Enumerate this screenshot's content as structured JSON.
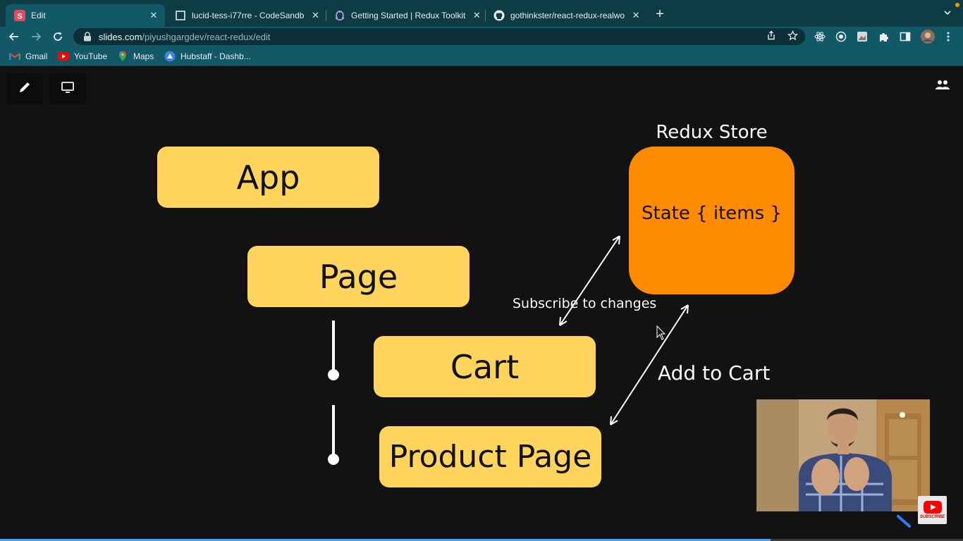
{
  "browser": {
    "tabs": [
      {
        "title": "Edit",
        "favicon": "slides-s-icon",
        "active": true
      },
      {
        "title": "lucid-tess-i77rre - CodeSandb",
        "favicon": "codesandbox-icon",
        "active": false
      },
      {
        "title": "Getting Started | Redux Toolkit",
        "favicon": "redux-icon",
        "active": false
      },
      {
        "title": "gothinkster/react-redux-realwo",
        "favicon": "github-icon",
        "active": false
      }
    ],
    "address": {
      "host": "slides.com",
      "path": "/piyushgargdev/react-redux/edit"
    },
    "bookmarks": [
      {
        "label": "Gmail",
        "icon": "gmail-icon"
      },
      {
        "label": "YouTube",
        "icon": "youtube-icon"
      },
      {
        "label": "Maps",
        "icon": "maps-icon"
      },
      {
        "label": "Hubstaff - Dashb...",
        "icon": "hubstaff-icon"
      }
    ],
    "accent_color": "#125866"
  },
  "slide": {
    "components": {
      "app": "App",
      "page": "Page",
      "cart": "Cart",
      "product_page": "Product Page"
    },
    "store": {
      "title": "Redux Store",
      "state": "State { items }"
    },
    "arrows": {
      "subscribe": "Subscribe to changes",
      "add_to_cart": "Add to Cart"
    },
    "colors": {
      "component": "#fed45c",
      "store": "#ff8c00",
      "background": "#121212"
    }
  },
  "overlay": {
    "subscribe_badge": "SUBSCRIBE",
    "video_progress": 0.8
  }
}
